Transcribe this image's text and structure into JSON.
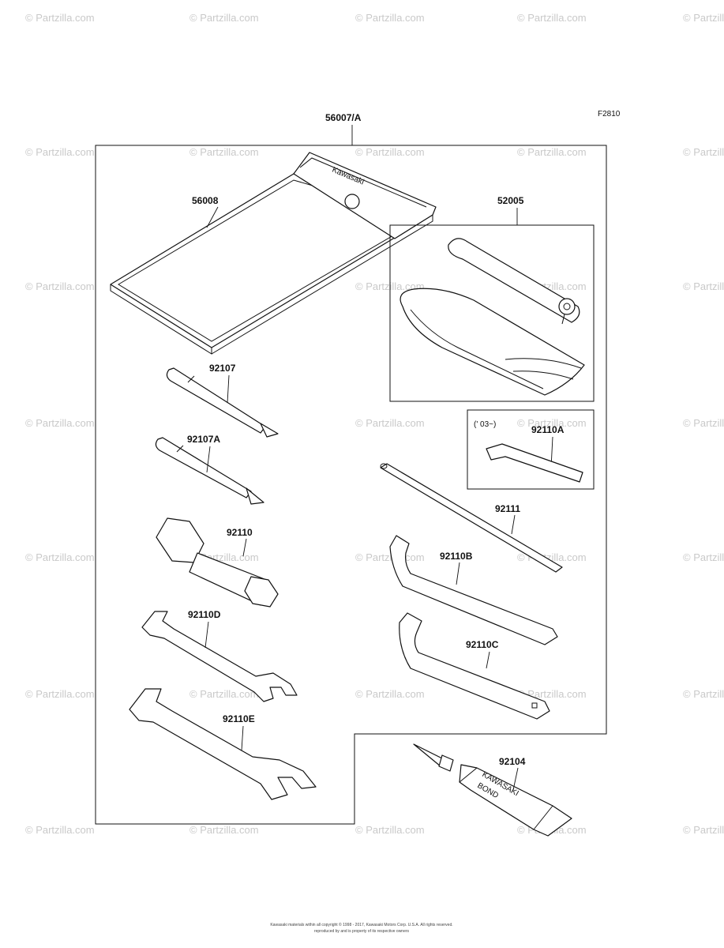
{
  "diagram": {
    "figure_code": "F2810",
    "assembly_label": "56007/A",
    "parts": [
      {
        "id": "p56008",
        "number": "56008"
      },
      {
        "id": "p52005",
        "number": "52005"
      },
      {
        "id": "p92107",
        "number": "92107"
      },
      {
        "id": "p92107A",
        "number": "92107A"
      },
      {
        "id": "p92110A",
        "number": "92110A"
      },
      {
        "id": "p92111",
        "number": "92111"
      },
      {
        "id": "p92110",
        "number": "92110"
      },
      {
        "id": "p92110B",
        "number": "92110B"
      },
      {
        "id": "p92110D",
        "number": "92110D"
      },
      {
        "id": "p92110C",
        "number": "92110C"
      },
      {
        "id": "p92110E",
        "number": "92110E"
      },
      {
        "id": "p92104",
        "number": "92104"
      }
    ],
    "inset_note": "(' 03~)",
    "pouch_brand": "Kawasaki",
    "tube_brand": "KAWASAKI",
    "tube_label": "BOND"
  },
  "watermark": {
    "text": "© Partzilla.com"
  },
  "footer": {
    "line1": "Kawasaki materials within all copyright © 1998 - 2017, Kawasaki Motors Corp. U.S.A. All rights reserved.",
    "line2": "reproduced by and is property of its respective owners"
  }
}
